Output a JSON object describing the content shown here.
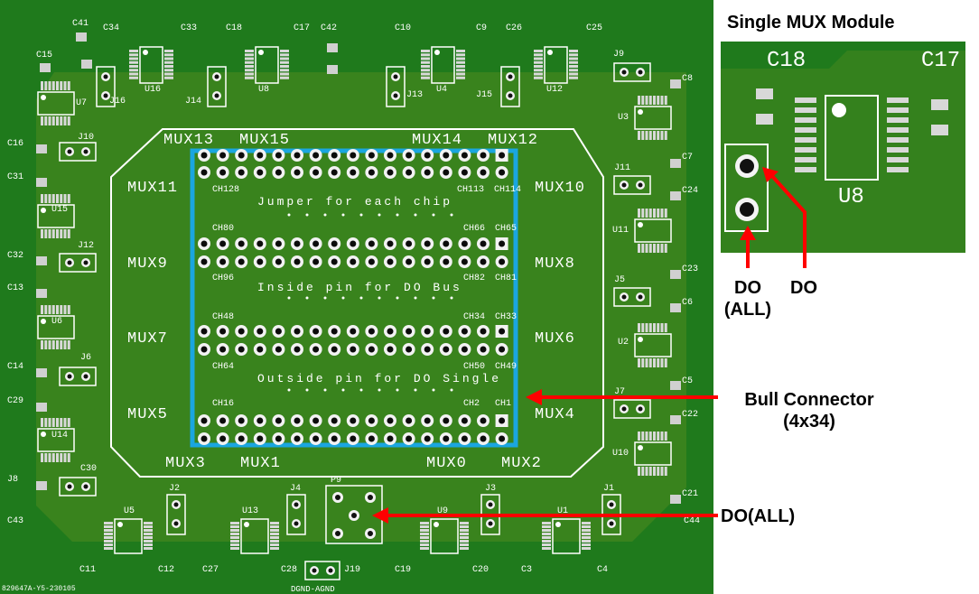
{
  "board": {
    "mux_labels": [
      "MUX13",
      "MUX15",
      "MUX14",
      "MUX12",
      "MUX11",
      "MUX10",
      "MUX9",
      "MUX8",
      "MUX7",
      "MUX6",
      "MUX5",
      "MUX4",
      "MUX3",
      "MUX1",
      "MUX0",
      "MUX2"
    ],
    "channel_labels": [
      "CH128",
      "CH113",
      "CH114",
      "CH80",
      "CH66",
      "CH65",
      "CH96",
      "CH82",
      "CH81",
      "CH48",
      "CH34",
      "CH33",
      "CH64",
      "CH50",
      "CH49",
      "CH16",
      "CH2",
      "CH1"
    ],
    "notes": {
      "jumper": "Jumper for each chip",
      "inside": "Inside pin for DO Bus",
      "outside": "Outside pin for DO Single"
    },
    "refs": [
      "C41",
      "C34",
      "C33",
      "C18",
      "C17",
      "C42",
      "C10",
      "C9",
      "C26",
      "C25",
      "C15",
      "J16",
      "U16",
      "J14",
      "U8",
      "J13",
      "U4",
      "J15",
      "U12",
      "J9",
      "C8",
      "U7",
      "U3",
      "C16",
      "J10",
      "C7",
      "C31",
      "J11",
      "C24",
      "U15",
      "U11",
      "C32",
      "J12",
      "C23",
      "C13",
      "J5",
      "C6",
      "U6",
      "U2",
      "C14",
      "J6",
      "C5",
      "C29",
      "J7",
      "C22",
      "U14",
      "U10",
      "J8",
      "C30",
      "C21",
      "J2",
      "J4",
      "P9",
      "J3",
      "J1",
      "C43",
      "U5",
      "U13",
      "U9",
      "U1",
      "C44",
      "C11",
      "C12",
      "C27",
      "C28",
      "J19",
      "C19",
      "C20",
      "C3",
      "C4"
    ],
    "footer": {
      "serial": "829647A-Y5-230105",
      "ground": "DGND-AGND"
    }
  },
  "inset": {
    "title": "Single MUX Module",
    "refs": [
      "C18",
      "C17",
      "U8"
    ],
    "do_left": "DO\n(ALL)",
    "do_right": "DO"
  },
  "callouts": {
    "bull": "Bull Connector\n(4x34)",
    "do_all": "DO(ALL)"
  },
  "colors": {
    "pcb": "#1f7a1c",
    "connector_box": "#1aa6e0",
    "arrow": "#ff0000",
    "silkscreen": "#ffffff"
  }
}
